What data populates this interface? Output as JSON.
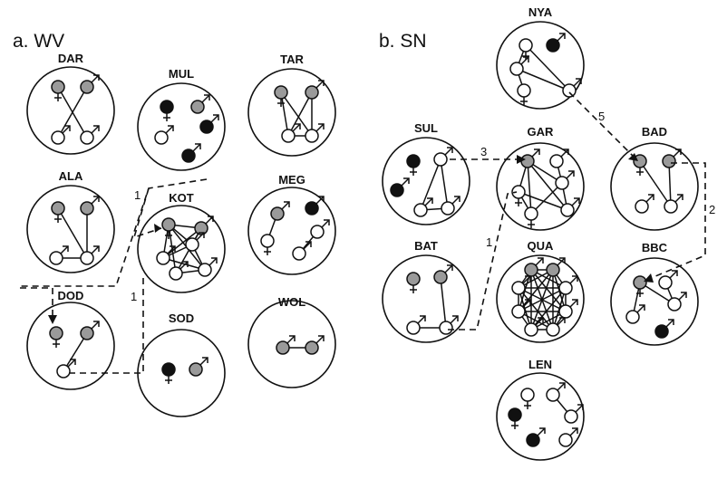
{
  "colors": {
    "gray": "#9a9a9a",
    "black": "#111111",
    "white": "#ffffff",
    "line": "#111111"
  },
  "panels": [
    {
      "title": "a. WV",
      "groups": [
        {
          "id": "DAR",
          "label": "DAR",
          "nodes": [
            {
              "id": 1,
              "color": "gray",
              "sex": "female"
            },
            {
              "id": 2,
              "color": "gray",
              "sex": "male"
            },
            {
              "id": 3,
              "color": "white",
              "sex": "male"
            },
            {
              "id": 4,
              "color": "white",
              "sex": "male"
            }
          ],
          "edges": [
            [
              1,
              4
            ],
            [
              2,
              3
            ]
          ]
        },
        {
          "id": "MUL",
          "label": "MUL",
          "nodes": [
            {
              "id": 1,
              "color": "black",
              "sex": "female"
            },
            {
              "id": 2,
              "color": "gray",
              "sex": "male"
            },
            {
              "id": 3,
              "color": "white",
              "sex": "male"
            },
            {
              "id": 4,
              "color": "black",
              "sex": "male"
            },
            {
              "id": 5,
              "color": "black",
              "sex": "male"
            }
          ],
          "edges": []
        },
        {
          "id": "TAR",
          "label": "TAR",
          "nodes": [
            {
              "id": 1,
              "color": "gray",
              "sex": "female"
            },
            {
              "id": 2,
              "color": "gray",
              "sex": "male"
            },
            {
              "id": 3,
              "color": "white",
              "sex": "male"
            },
            {
              "id": 4,
              "color": "white",
              "sex": "male"
            }
          ],
          "edges": [
            [
              1,
              3
            ],
            [
              1,
              4
            ],
            [
              2,
              3
            ],
            [
              2,
              4
            ],
            [
              3,
              4
            ]
          ]
        },
        {
          "id": "ALA",
          "label": "ALA",
          "nodes": [
            {
              "id": 1,
              "color": "gray",
              "sex": "female"
            },
            {
              "id": 2,
              "color": "gray",
              "sex": "male"
            },
            {
              "id": 3,
              "color": "white",
              "sex": "male"
            },
            {
              "id": 4,
              "color": "white",
              "sex": "male"
            }
          ],
          "edges": [
            [
              1,
              4
            ],
            [
              2,
              4
            ],
            [
              3,
              4
            ]
          ]
        },
        {
          "id": "KOT",
          "label": "KOT",
          "nodes": [
            {
              "id": 1,
              "color": "gray",
              "sex": "female"
            },
            {
              "id": 2,
              "color": "gray",
              "sex": "male"
            },
            {
              "id": 3,
              "color": "white",
              "sex": "male"
            },
            {
              "id": 4,
              "color": "white",
              "sex": "male"
            },
            {
              "id": 5,
              "color": "white",
              "sex": "male"
            },
            {
              "id": 6,
              "color": "white",
              "sex": "male"
            }
          ],
          "edges": [
            [
              1,
              2
            ],
            [
              1,
              3
            ],
            [
              1,
              4
            ],
            [
              1,
              5
            ],
            [
              1,
              6
            ],
            [
              2,
              3
            ],
            [
              2,
              4
            ],
            [
              2,
              5
            ],
            [
              3,
              4
            ],
            [
              3,
              6
            ],
            [
              4,
              6
            ],
            [
              5,
              6
            ]
          ]
        },
        {
          "id": "MEG",
          "label": "MEG",
          "nodes": [
            {
              "id": 1,
              "color": "gray",
              "sex": "male"
            },
            {
              "id": 2,
              "color": "black",
              "sex": "male"
            },
            {
              "id": 3,
              "color": "white",
              "sex": "female"
            },
            {
              "id": 4,
              "color": "white",
              "sex": "male"
            },
            {
              "id": 5,
              "color": "white",
              "sex": "male"
            }
          ],
          "edges": [
            [
              1,
              3
            ],
            [
              4,
              5
            ]
          ]
        },
        {
          "id": "DOD",
          "label": "DOD",
          "nodes": [
            {
              "id": 1,
              "color": "gray",
              "sex": "female"
            },
            {
              "id": 2,
              "color": "gray",
              "sex": "male"
            },
            {
              "id": 3,
              "color": "white",
              "sex": "male"
            }
          ],
          "edges": [
            [
              2,
              3
            ]
          ]
        },
        {
          "id": "SOD",
          "label": "SOD",
          "nodes": [
            {
              "id": 1,
              "color": "black",
              "sex": "female"
            },
            {
              "id": 2,
              "color": "gray",
              "sex": "male"
            }
          ],
          "edges": []
        },
        {
          "id": "WOL",
          "label": "WOL",
          "nodes": [
            {
              "id": 1,
              "color": "gray",
              "sex": "male"
            },
            {
              "id": 2,
              "color": "gray",
              "sex": "male"
            }
          ],
          "edges": [
            [
              1,
              2
            ]
          ]
        }
      ],
      "transfers": [
        {
          "from": "ALA",
          "to": "KOT",
          "count": "1"
        },
        {
          "from": "DOD",
          "to": "DOD",
          "count": "1"
        }
      ]
    },
    {
      "title": "b. SN",
      "groups": [
        {
          "id": "NYA",
          "label": "NYA",
          "nodes": [
            {
              "id": 1,
              "color": "white",
              "sex": "female"
            },
            {
              "id": 2,
              "color": "black",
              "sex": "male"
            },
            {
              "id": 3,
              "color": "white",
              "sex": "male"
            },
            {
              "id": 4,
              "color": "white",
              "sex": "female"
            },
            {
              "id": 5,
              "color": "white",
              "sex": "male"
            }
          ],
          "edges": [
            [
              1,
              3
            ],
            [
              1,
              5
            ],
            [
              3,
              4
            ],
            [
              3,
              5
            ]
          ]
        },
        {
          "id": "SUL",
          "label": "SUL",
          "nodes": [
            {
              "id": 1,
              "color": "black",
              "sex": "female"
            },
            {
              "id": 2,
              "color": "white",
              "sex": "male"
            },
            {
              "id": 3,
              "color": "black",
              "sex": "male"
            },
            {
              "id": 4,
              "color": "white",
              "sex": "male"
            },
            {
              "id": 5,
              "color": "white",
              "sex": "male"
            }
          ],
          "edges": [
            [
              2,
              4
            ],
            [
              2,
              5
            ],
            [
              4,
              5
            ]
          ]
        },
        {
          "id": "GAR",
          "label": "GAR",
          "nodes": [
            {
              "id": 1,
              "color": "gray",
              "sex": "male"
            },
            {
              "id": 2,
              "color": "white",
              "sex": "male"
            },
            {
              "id": 3,
              "color": "white",
              "sex": "female"
            },
            {
              "id": 4,
              "color": "white",
              "sex": "male"
            },
            {
              "id": 5,
              "color": "white",
              "sex": "female"
            },
            {
              "id": 6,
              "color": "white",
              "sex": "male"
            }
          ],
          "edges": [
            [
              1,
              3
            ],
            [
              1,
              4
            ],
            [
              1,
              5
            ],
            [
              1,
              6
            ],
            [
              2,
              4
            ],
            [
              3,
              5
            ],
            [
              3,
              6
            ],
            [
              4,
              5
            ],
            [
              4,
              6
            ]
          ]
        },
        {
          "id": "BAD",
          "label": "BAD",
          "nodes": [
            {
              "id": 1,
              "color": "gray",
              "sex": "female"
            },
            {
              "id": 2,
              "color": "gray",
              "sex": "male"
            },
            {
              "id": 3,
              "color": "white",
              "sex": "male"
            },
            {
              "id": 4,
              "color": "white",
              "sex": "male"
            }
          ],
          "edges": [
            [
              1,
              4
            ],
            [
              2,
              4
            ]
          ]
        },
        {
          "id": "BAT",
          "label": "BAT",
          "nodes": [
            {
              "id": 1,
              "color": "gray",
              "sex": "female"
            },
            {
              "id": 2,
              "color": "gray",
              "sex": "male"
            },
            {
              "id": 3,
              "color": "white",
              "sex": "male"
            },
            {
              "id": 4,
              "color": "white",
              "sex": "male"
            }
          ],
          "edges": [
            [
              2,
              4
            ],
            [
              3,
              4
            ]
          ]
        },
        {
          "id": "QUA",
          "label": "QUA",
          "nodes": [
            {
              "id": 1,
              "color": "gray",
              "sex": "male"
            },
            {
              "id": 2,
              "color": "gray",
              "sex": "male"
            },
            {
              "id": 3,
              "color": "white",
              "sex": "male"
            },
            {
              "id": 4,
              "color": "white",
              "sex": "male"
            },
            {
              "id": 5,
              "color": "white",
              "sex": "male"
            },
            {
              "id": 6,
              "color": "white",
              "sex": "male"
            },
            {
              "id": 7,
              "color": "white",
              "sex": "male"
            },
            {
              "id": 8,
              "color": "white",
              "sex": "male"
            }
          ],
          "edges": [
            [
              1,
              2
            ],
            [
              1,
              3
            ],
            [
              1,
              4
            ],
            [
              1,
              5
            ],
            [
              1,
              6
            ],
            [
              1,
              7
            ],
            [
              1,
              8
            ],
            [
              2,
              3
            ],
            [
              2,
              4
            ],
            [
              2,
              5
            ],
            [
              2,
              6
            ],
            [
              2,
              7
            ],
            [
              2,
              8
            ],
            [
              3,
              4
            ],
            [
              3,
              5
            ],
            [
              3,
              6
            ],
            [
              3,
              7
            ],
            [
              3,
              8
            ],
            [
              4,
              5
            ],
            [
              4,
              6
            ],
            [
              4,
              7
            ],
            [
              4,
              8
            ],
            [
              5,
              6
            ],
            [
              5,
              7
            ],
            [
              5,
              8
            ],
            [
              6,
              7
            ],
            [
              6,
              8
            ],
            [
              7,
              8
            ]
          ]
        },
        {
          "id": "BBC",
          "label": "BBC",
          "nodes": [
            {
              "id": 1,
              "color": "gray",
              "sex": "female"
            },
            {
              "id": 2,
              "color": "white",
              "sex": "male"
            },
            {
              "id": 3,
              "color": "white",
              "sex": "male"
            },
            {
              "id": 4,
              "color": "white",
              "sex": "male"
            },
            {
              "id": 5,
              "color": "black",
              "sex": "male"
            }
          ],
          "edges": [
            [
              1,
              3
            ],
            [
              1,
              4
            ],
            [
              2,
              3
            ]
          ]
        },
        {
          "id": "LEN",
          "label": "LEN",
          "nodes": [
            {
              "id": 1,
              "color": "white",
              "sex": "female"
            },
            {
              "id": 2,
              "color": "white",
              "sex": "male"
            },
            {
              "id": 3,
              "color": "white",
              "sex": "male"
            },
            {
              "id": 4,
              "color": "black",
              "sex": "female"
            },
            {
              "id": 5,
              "color": "black",
              "sex": "male"
            },
            {
              "id": 6,
              "color": "white",
              "sex": "male"
            }
          ],
          "edges": [
            [
              2,
              3
            ]
          ]
        }
      ],
      "transfers": [
        {
          "from": "SUL",
          "to": "GAR",
          "count": "3"
        },
        {
          "from": "NYA",
          "to": "BAD",
          "count": "5"
        },
        {
          "from": "BAT",
          "to": "GAR",
          "count": "1"
        },
        {
          "from": "BAD",
          "to": "BBC",
          "count": "2"
        }
      ]
    }
  ]
}
